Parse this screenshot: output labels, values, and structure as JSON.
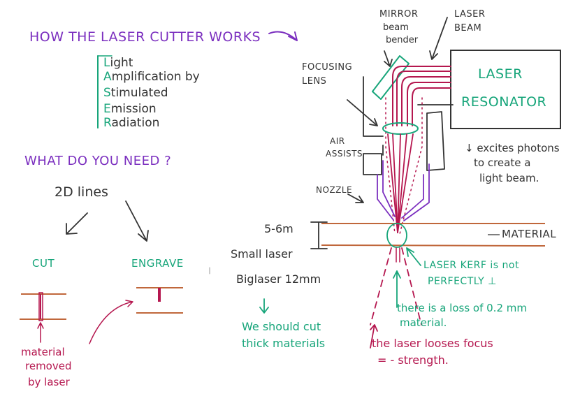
{
  "title": "HOW THE LASER CUTTER WORKS",
  "acronym": [
    {
      "initial": "L",
      "rest": "ight"
    },
    {
      "initial": "A",
      "rest": "mplification by"
    },
    {
      "initial": "S",
      "rest": "timulated"
    },
    {
      "initial": "E",
      "rest": "mission"
    },
    {
      "initial": "R",
      "rest": "adiation"
    }
  ],
  "need": {
    "heading": "WHAT DO YOU NEED ?",
    "source": "2D lines",
    "cut": "CUT",
    "engrave": "ENGRAVE",
    "removed_note": [
      "material",
      "removed",
      "by laser"
    ]
  },
  "machine": {
    "mirror_label": [
      "MIRROR",
      "beam",
      "bender"
    ],
    "laser_beam_label": [
      "LASER",
      "BEAM"
    ],
    "focusing_lens_label": [
      "FOCUSING",
      "LENS"
    ],
    "air_assist_label": [
      "AIR",
      "ASSISTS"
    ],
    "nozzle_label": "NOZZLE",
    "resonator_label": [
      "LASER",
      "RESONATOR"
    ],
    "excites_note": [
      "↓ excites photons",
      "to create a",
      "light beam."
    ],
    "material_label": "MATERIAL"
  },
  "notes": {
    "thickness": "5-6m",
    "small_laser": "Small laser",
    "big_laser": "Biglaser 12mm",
    "should_cut": [
      "We should cut",
      "thick materials"
    ],
    "kerf": [
      "LASER KERF is not",
      "PERFECTLY ⊥"
    ],
    "loss": [
      "there is a loss of 0.2 mm",
      "material."
    ],
    "focus": [
      "the laser looses focus",
      "= - strength."
    ]
  },
  "colors": {
    "purple": "#7b2fbf",
    "green": "#17a57a",
    "crimson": "#b5174f",
    "ink": "#333333",
    "material_line": "#c0673b"
  }
}
